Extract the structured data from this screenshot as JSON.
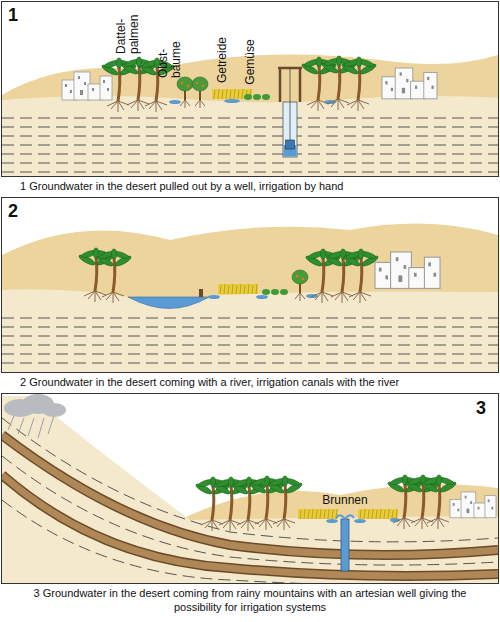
{
  "diagram": {
    "labels": [
      "1",
      "Dattel- palmen",
      "Obst- bäume",
      "Getreide",
      "Gemüse",
      "1  Groundwater in the desert pulled out by a well, irrigation by hand",
      "2",
      "2  Groundwater in the desert coming with a river, irrigation canals with the river",
      "3",
      "Brunnen",
      "3  Groundwater in the desert coming from rainy mountains with an artesian well giving the possibility for irrigation systems"
    ]
  }
}
